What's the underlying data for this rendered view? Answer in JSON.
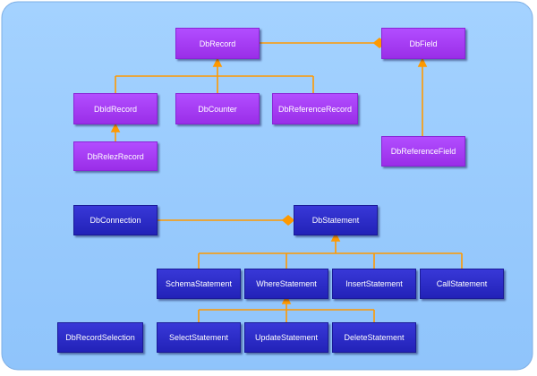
{
  "colors": {
    "panel_background": "#99ccff",
    "connector": "#ff9900",
    "record_class": "#a33cf5",
    "statement_class": "#2b2bc6",
    "label_text": "#ffffff"
  },
  "record_group": {
    "db_record": "DbRecord",
    "db_field": "DbField",
    "db_id_record": "DbIdRecord",
    "db_counter": "DbCounter",
    "db_reference_record": "DbReferenceRecord",
    "db_relez_record": "DbRelezRecord",
    "db_reference_field": "DbReferenceField"
  },
  "statement_group": {
    "db_connection": "DbConnection",
    "db_statement": "DbStatement",
    "schema_statement": "SchemaStatement",
    "where_statement": "WhereStatement",
    "insert_statement": "InsertStatement",
    "call_statement": "CallStatement",
    "db_record_selection": "DbRecordSelection",
    "select_statement": "SelectStatement",
    "update_statement": "UpdateStatement",
    "delete_statement": "DeleteStatement"
  },
  "relationships": [
    {
      "type": "composition",
      "whole": "DbField",
      "part": "DbRecord"
    },
    {
      "type": "inheritance",
      "parent": "DbRecord",
      "children": [
        "DbIdRecord",
        "DbCounter",
        "DbReferenceRecord"
      ]
    },
    {
      "type": "inheritance",
      "parent": "DbIdRecord",
      "children": [
        "DbRelezRecord"
      ]
    },
    {
      "type": "inheritance",
      "parent": "DbField",
      "children": [
        "DbReferenceField"
      ]
    },
    {
      "type": "composition",
      "whole": "DbStatement",
      "part": "DbConnection"
    },
    {
      "type": "inheritance",
      "parent": "DbStatement",
      "children": [
        "SchemaStatement",
        "WhereStatement",
        "InsertStatement",
        "CallStatement"
      ]
    },
    {
      "type": "inheritance",
      "parent": "WhereStatement",
      "children": [
        "SelectStatement",
        "UpdateStatement",
        "DeleteStatement"
      ]
    }
  ]
}
